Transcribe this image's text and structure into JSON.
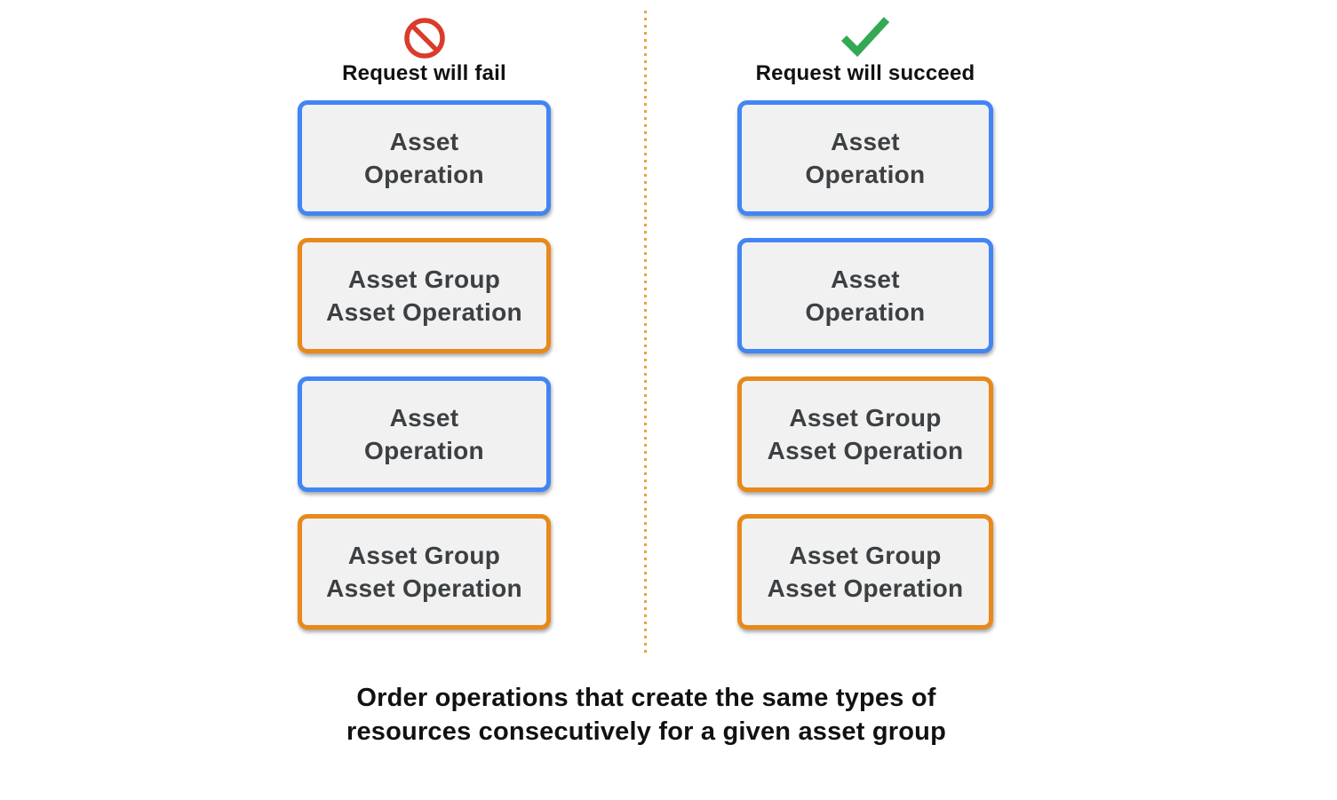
{
  "colors": {
    "blue": "#4285F4",
    "orange": "#E8891B",
    "box_fill": "#F1F1F1",
    "box_text": "#3C4043",
    "header_text": "#111111",
    "caption_text": "#111111",
    "fail_icon": "#DB3B2A",
    "success_icon": "#34A853",
    "divider": "#E8A43E"
  },
  "divider": {
    "style": "dotted",
    "color": "#E8A43E"
  },
  "columns": [
    {
      "id": "fail",
      "icon": "prohibited-icon",
      "header": "Request will fail",
      "boxes": [
        {
          "lines": [
            "Asset",
            "Operation"
          ],
          "variant": "asset-operation",
          "border_color": "#4285F4"
        },
        {
          "lines": [
            "Asset Group",
            "Asset Operation"
          ],
          "variant": "asset-group-asset-operation",
          "border_color": "#E8891B"
        },
        {
          "lines": [
            "Asset",
            "Operation"
          ],
          "variant": "asset-operation",
          "border_color": "#4285F4"
        },
        {
          "lines": [
            "Asset Group",
            "Asset Operation"
          ],
          "variant": "asset-group-asset-operation",
          "border_color": "#E8891B"
        }
      ]
    },
    {
      "id": "succeed",
      "icon": "checkmark-icon",
      "header": "Request will succeed",
      "boxes": [
        {
          "lines": [
            "Asset",
            "Operation"
          ],
          "variant": "asset-operation",
          "border_color": "#4285F4"
        },
        {
          "lines": [
            "Asset",
            "Operation"
          ],
          "variant": "asset-operation",
          "border_color": "#4285F4"
        },
        {
          "lines": [
            "Asset Group",
            "Asset Operation"
          ],
          "variant": "asset-group-asset-operation",
          "border_color": "#E8891B"
        },
        {
          "lines": [
            "Asset Group",
            "Asset Operation"
          ],
          "variant": "asset-group-asset-operation",
          "border_color": "#E8891B"
        }
      ]
    }
  ],
  "caption": {
    "line1": "Order operations that create the same types of",
    "line2": "resources consecutively for a given asset group"
  }
}
